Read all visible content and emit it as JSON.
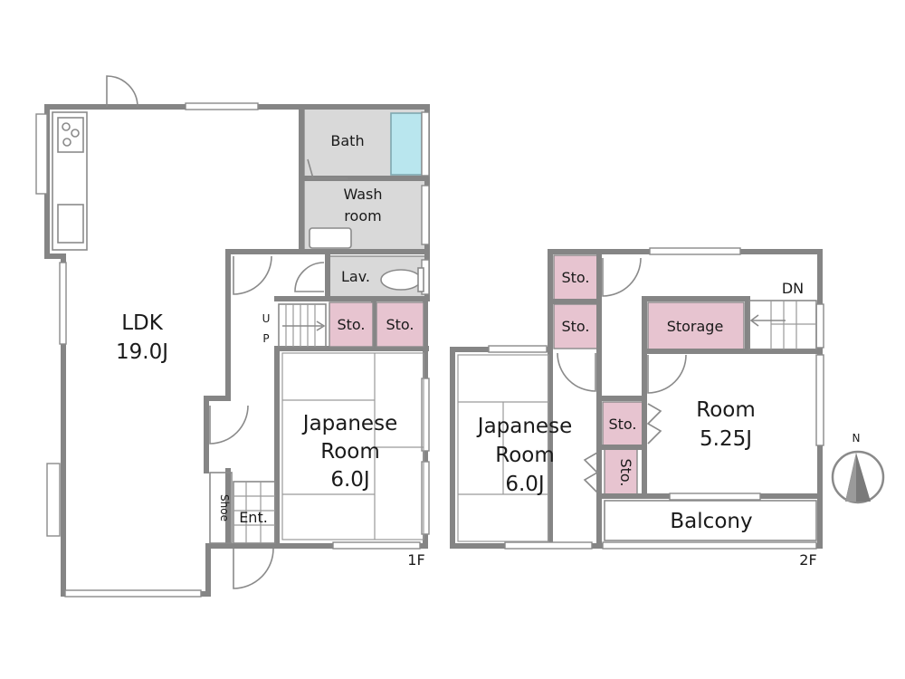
{
  "floor1": {
    "label": "1F",
    "ldk": {
      "name": "LDK",
      "size": "19.0J"
    },
    "bath": "Bath",
    "wash": {
      "line1": "Wash",
      "line2": "room"
    },
    "lav": "Lav.",
    "sto": "Sto.",
    "up": {
      "u": "U",
      "p": "P"
    },
    "japanese": {
      "line1": "Japanese",
      "line2": "Room",
      "size": "6.0J"
    },
    "shoe": "Shoe",
    "ent": "Ent."
  },
  "floor2": {
    "label": "2F",
    "japanese": {
      "line1": "Japanese",
      "line2": "Room",
      "size": "6.0J"
    },
    "room": {
      "name": "Room",
      "size": "5.25J"
    },
    "storage": "Storage",
    "sto": "Sto.",
    "dn": "DN",
    "balcony": "Balcony"
  },
  "compass": {
    "north": "N"
  },
  "colors": {
    "wall": "#858585",
    "storage": "#e7c4d0",
    "wet_area": "#d9d9d9",
    "bathtub": "#b9e6ee"
  }
}
